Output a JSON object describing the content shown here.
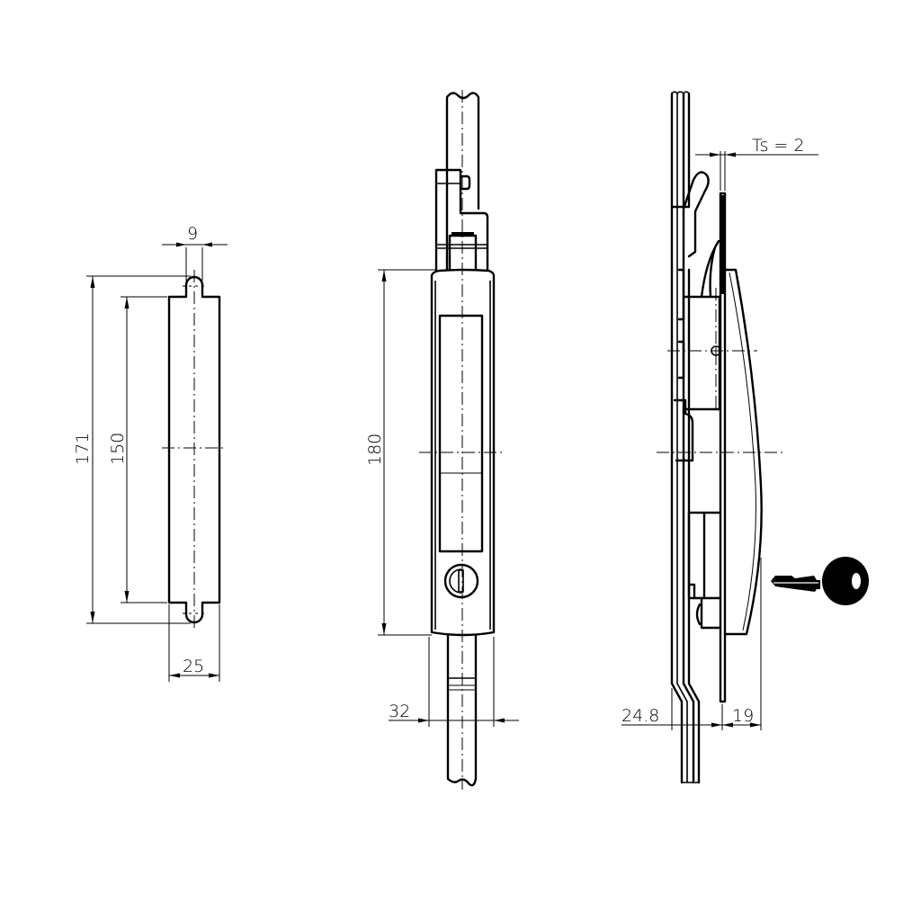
{
  "drawing": {
    "type": "technical-drawing",
    "subject": "swing handle lock with rod (espagnolette), three views",
    "views": [
      {
        "name": "cutout-template",
        "dimensions": {
          "slot_width": "9",
          "total_height": "171",
          "body_height": "150",
          "width": "25"
        }
      },
      {
        "name": "front-view",
        "dimensions": {
          "handle_height": "180",
          "handle_width": "32"
        }
      },
      {
        "name": "side-view",
        "dimensions": {
          "sheet_thickness": "Ts = 2",
          "rod_offset": "24.8",
          "handle_depth": "19"
        }
      }
    ],
    "colors": {
      "line": "#000000",
      "background": "#ffffff"
    }
  }
}
